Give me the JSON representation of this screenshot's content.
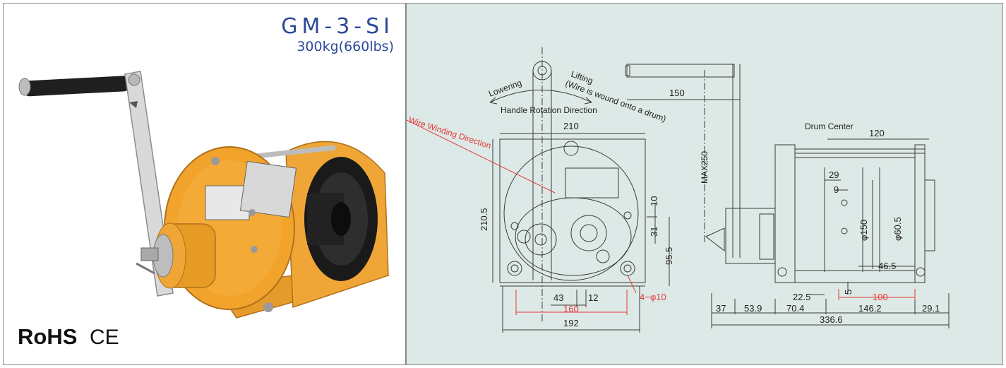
{
  "product": {
    "model": "GM-3-SI",
    "capacity": "300kg(660lbs)",
    "certifications": [
      "RoHS",
      "CE"
    ],
    "colors": {
      "title": "#2d4a9a",
      "winch_body": "#f2a32c",
      "drum": "#1a1a1a",
      "drawing_bg": "#dde9e6",
      "annotation": "#e23a3a"
    }
  },
  "drawing": {
    "labels": {
      "lowering": "Lowering",
      "lifting": "Lifting",
      "lifting_note": "(Wire is wound onto a drum)",
      "handle_rotation": "Handle Rotation Direction",
      "wire_winding": "Wire Winding Direction",
      "drum_center": "Drum Center",
      "max_handle": "MAX250"
    },
    "dimensions": {
      "front": {
        "width_top": "210",
        "height": "210.5",
        "d10": "10",
        "d31": "31",
        "d95_5": "95.5",
        "d43": "43",
        "d12": "12",
        "d160": "160",
        "d192": "192",
        "holes": "4−φ10"
      },
      "side": {
        "handle_150": "150",
        "drum_120": "120",
        "d29": "29",
        "d9": "9",
        "phi150": "φ150",
        "phi60_5": "φ60.5",
        "d46_5": "46.5",
        "d5": "5",
        "d100": "100",
        "d22_5": "22.5",
        "b37": "37",
        "b53_9": "53.9",
        "b70_4": "70.4",
        "b146_2": "146.2",
        "b29_1": "29.1",
        "total": "336.6"
      }
    }
  }
}
